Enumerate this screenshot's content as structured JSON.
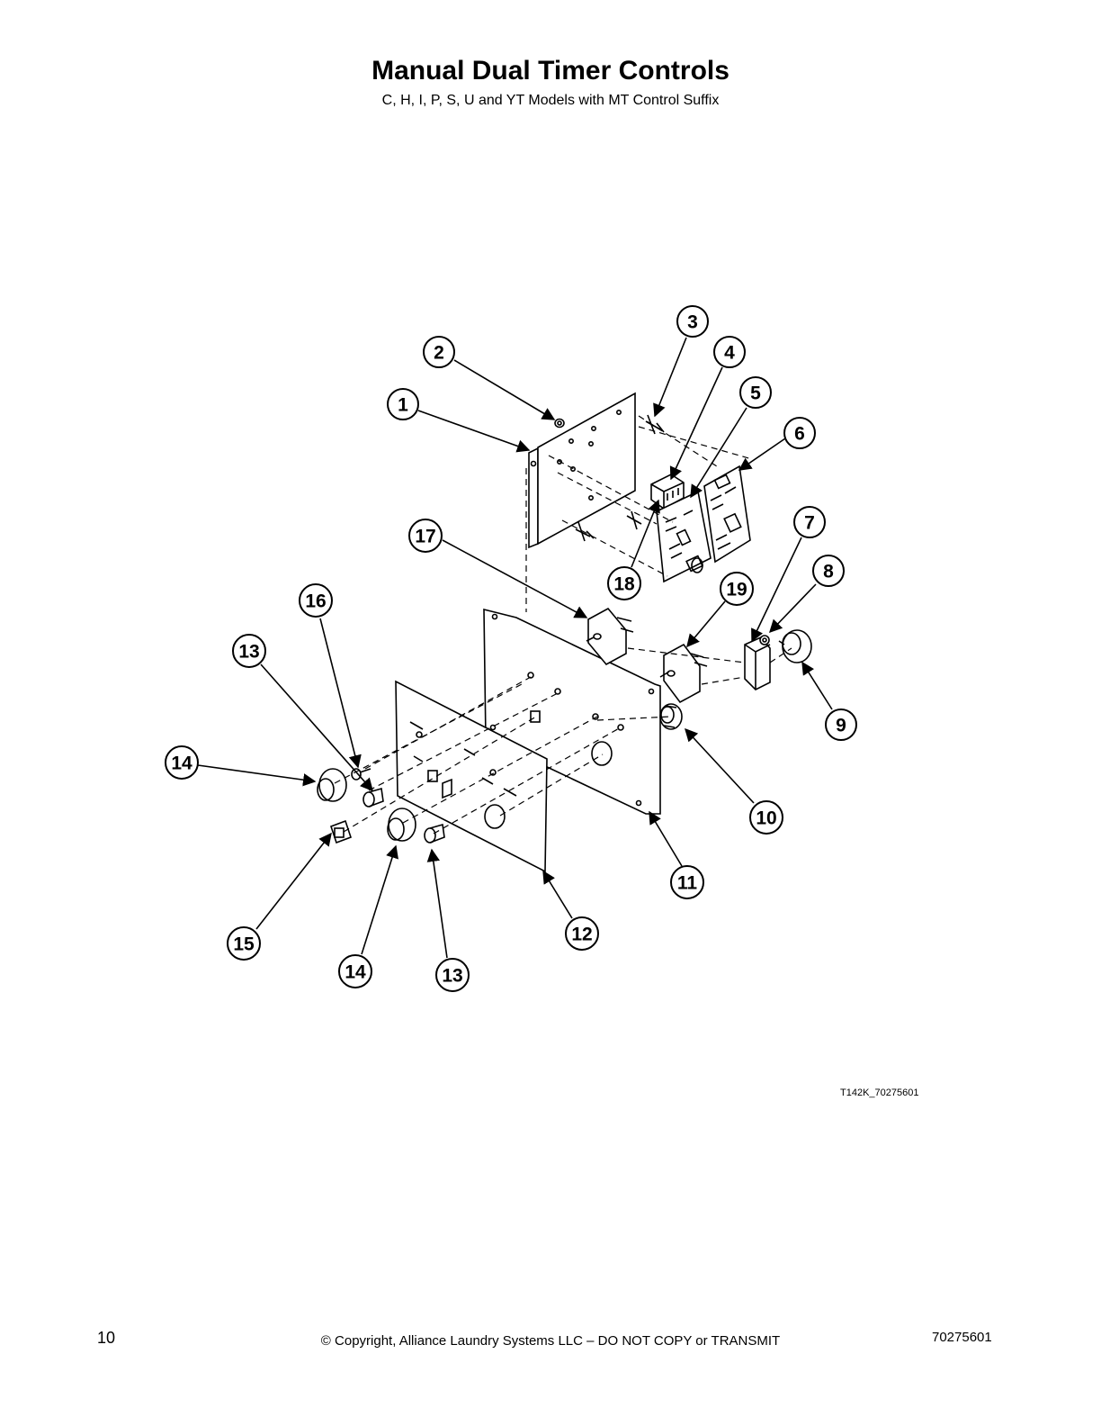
{
  "header": {
    "title": "Manual Dual Timer Controls",
    "subtitle": "C, H, I, P, S, U and YT Models with MT Control Suffix"
  },
  "diagram": {
    "callouts": [
      {
        "id": "callout-1",
        "label": "1"
      },
      {
        "id": "callout-2",
        "label": "2"
      },
      {
        "id": "callout-3",
        "label": "3"
      },
      {
        "id": "callout-4",
        "label": "4"
      },
      {
        "id": "callout-5",
        "label": "5"
      },
      {
        "id": "callout-6",
        "label": "6"
      },
      {
        "id": "callout-7",
        "label": "7"
      },
      {
        "id": "callout-8",
        "label": "8"
      },
      {
        "id": "callout-9",
        "label": "9"
      },
      {
        "id": "callout-10",
        "label": "10"
      },
      {
        "id": "callout-11",
        "label": "11"
      },
      {
        "id": "callout-12",
        "label": "12"
      },
      {
        "id": "callout-13a",
        "label": "13"
      },
      {
        "id": "callout-13b",
        "label": "13"
      },
      {
        "id": "callout-14a",
        "label": "14"
      },
      {
        "id": "callout-14b",
        "label": "14"
      },
      {
        "id": "callout-15",
        "label": "15"
      },
      {
        "id": "callout-16",
        "label": "16"
      },
      {
        "id": "callout-17",
        "label": "17"
      },
      {
        "id": "callout-18",
        "label": "18"
      },
      {
        "id": "callout-19",
        "label": "19"
      }
    ],
    "drawing_id": "T142K_70275601"
  },
  "footer": {
    "page_number": "10",
    "copyright": "© Copyright, Alliance Laundry Systems LLC – DO NOT COPY or TRANSMIT",
    "doc_number": "70275601"
  }
}
